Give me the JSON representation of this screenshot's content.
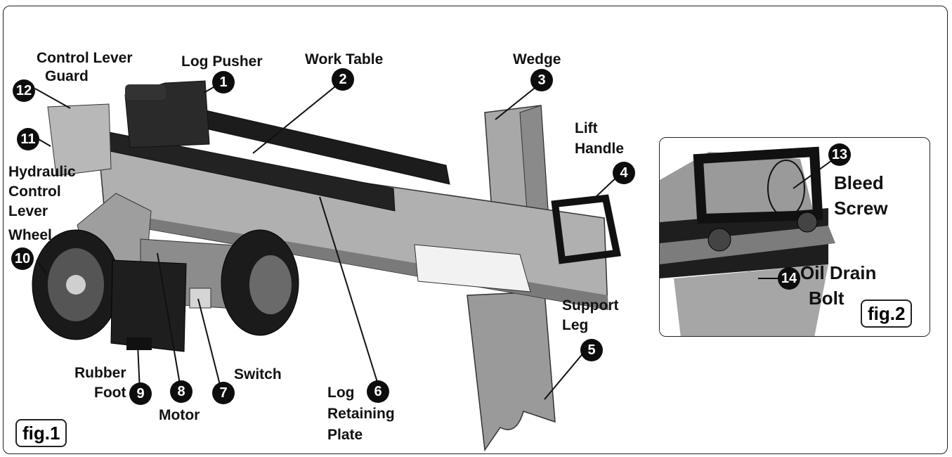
{
  "figure": {
    "fig1_label": "fig.1",
    "fig2_label": "fig.2"
  },
  "parts": [
    {
      "number": "1",
      "label": "Log Pusher"
    },
    {
      "number": "2",
      "label": "Work Table"
    },
    {
      "number": "3",
      "label": "Wedge"
    },
    {
      "number": "4",
      "label_line1": "Lift",
      "label_line2": "Handle"
    },
    {
      "number": "5",
      "label_line1": "Support",
      "label_line2": "Leg"
    },
    {
      "number": "6",
      "label_line1": "Log",
      "label_line2": "Retaining",
      "label_line3": "Plate"
    },
    {
      "number": "7",
      "label": "Switch"
    },
    {
      "number": "8",
      "label": "Motor"
    },
    {
      "number": "9",
      "label_line1": "Rubber",
      "label_line2": "Foot"
    },
    {
      "number": "10",
      "label": "Wheel"
    },
    {
      "number": "11",
      "label_line1": "Hydraulic",
      "label_line2": "Control",
      "label_line3": "Lever"
    },
    {
      "number": "12",
      "label_line1": "Control Lever",
      "label_line2": "Guard"
    },
    {
      "number": "13",
      "label_line1": "Bleed",
      "label_line2": "Screw"
    },
    {
      "number": "14",
      "label_line1": "Oil Drain",
      "label_line2": "Bolt"
    }
  ]
}
